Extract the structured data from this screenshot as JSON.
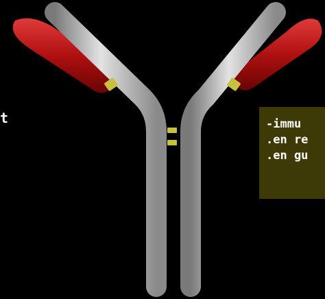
{
  "slide": {
    "left_text_fragment": "t",
    "label_box": {
      "lines": [
        "-immu",
        ".en re",
        ".en gu"
      ]
    }
  },
  "colors": {
    "background": "#000000",
    "heavy_chain": "#c8c8c8",
    "light_chain": "#c01010",
    "disulfide_bond": "#c8c040",
    "label_box_background": "#3d3a08",
    "label_text": "#ffffff"
  }
}
